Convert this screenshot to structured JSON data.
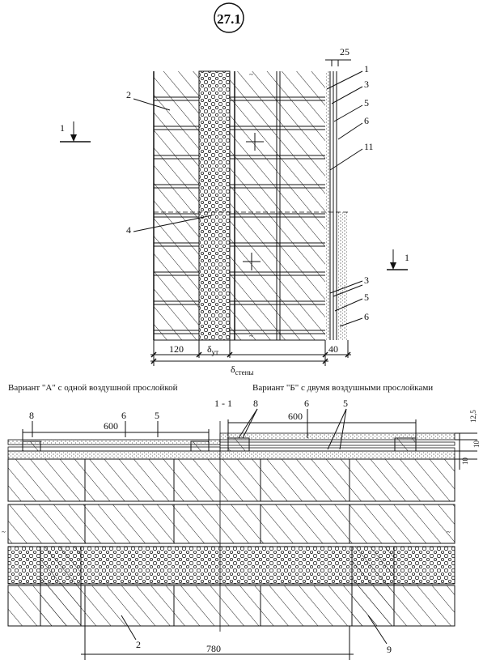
{
  "sheet": {
    "number": "27.1"
  },
  "elevation": {
    "callouts_right": [
      "1",
      "3",
      "5",
      "6",
      "11"
    ],
    "callouts_right_lower": [
      "3",
      "5",
      "6"
    ],
    "callout_left_2": "2",
    "callout_left_4": "4",
    "section_mark_left": "1",
    "section_mark_right": "1",
    "dim_top_25": "25",
    "dim_120": "120",
    "dim_insulation": "δ",
    "dim_insulation_sub": "ут",
    "dim_wall": "δ",
    "dim_wall_sub": "стены",
    "dim_40": "40"
  },
  "section": {
    "title": "1 - 1",
    "variant_a": "Вариант \"А\" с одной воздушной прослойкой",
    "variant_b": "Вариант \"Б\" с двумя воздушными прослойками",
    "a_callouts": [
      "8",
      "6",
      "5"
    ],
    "a_dim_600": "600",
    "b_callout_8": "8",
    "b_callout_6": "6",
    "b_callout_5": "5",
    "b_dim_600": "600",
    "dim_12_5": "12,5",
    "dim_10_right": "10",
    "dim_10_lower": "10",
    "callout_2": "2",
    "callout_9": "9",
    "dim_780": "780"
  }
}
